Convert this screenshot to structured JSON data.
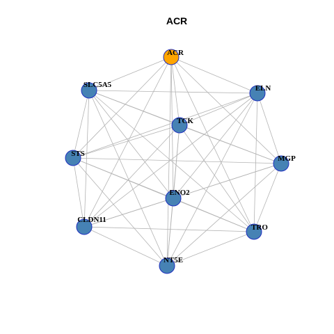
{
  "title": "ACR",
  "colors": {
    "hub_fill": "#FFA500",
    "node_fill": "#4682B4",
    "node_border": "#1F2FBF",
    "edge": "#B3B3B3"
  },
  "nodes": [
    {
      "id": "ACR",
      "label": "ACR",
      "hub": true
    },
    {
      "id": "SLC5A5",
      "label": "SLC5A5",
      "hub": false
    },
    {
      "id": "ELN",
      "label": "ELN",
      "hub": false
    },
    {
      "id": "TCK",
      "label": "TCK",
      "hub": false
    },
    {
      "id": "STS",
      "label": "STS",
      "hub": false
    },
    {
      "id": "MGP",
      "label": "MGP",
      "hub": false
    },
    {
      "id": "ENO2",
      "label": "ENO2",
      "hub": false
    },
    {
      "id": "CLDN11",
      "label": "CLDN11",
      "hub": false
    },
    {
      "id": "TRO",
      "label": "TRO",
      "hub": false
    },
    {
      "id": "NT5E",
      "label": "NT5E",
      "hub": false
    }
  ],
  "edges": "complete"
}
